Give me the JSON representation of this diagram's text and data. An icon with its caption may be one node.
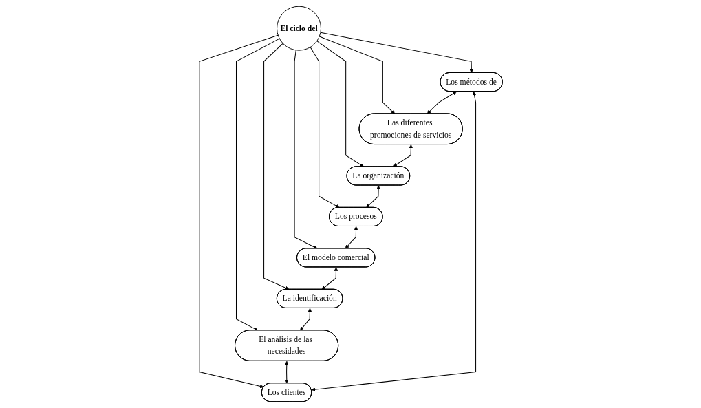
{
  "diagram": {
    "nodes": [
      {
        "text": [
          "El ciclo del"
        ]
      },
      {
        "text": [
          "Los métodos de"
        ]
      },
      {
        "text": [
          "Las diferentes promociones de servicios"
        ]
      },
      {
        "text": [
          "La organización"
        ]
      },
      {
        "text": [
          "Los procesos"
        ]
      },
      {
        "text": [
          "El modelo comercial"
        ]
      },
      {
        "text": [
          "La identificación"
        ]
      },
      {
        "text": [
          "El análisis de las necesidades"
        ]
      },
      {
        "text": [
          "Los clientes"
        ]
      }
    ],
    "edges": [
      {
        "from": 0,
        "to": 1,
        "arrow": "to"
      },
      {
        "from": 0,
        "to": 2,
        "arrow": "to"
      },
      {
        "from": 0,
        "to": 3,
        "arrow": "to"
      },
      {
        "from": 0,
        "to": 4,
        "arrow": "to"
      },
      {
        "from": 0,
        "to": 5,
        "arrow": "to"
      },
      {
        "from": 0,
        "to": 6,
        "arrow": "to"
      },
      {
        "from": 0,
        "to": 7,
        "arrow": "to"
      },
      {
        "from": 0,
        "to": 8,
        "arrow": "to"
      },
      {
        "from": 8,
        "to": 1,
        "arrow": "both"
      },
      {
        "from": 1,
        "to": 2,
        "arrow": "both"
      },
      {
        "from": 2,
        "to": 3,
        "arrow": "both"
      },
      {
        "from": 3,
        "to": 4,
        "arrow": "both"
      },
      {
        "from": 4,
        "to": 5,
        "arrow": "both"
      },
      {
        "from": 5,
        "to": 6,
        "arrow": "both"
      },
      {
        "from": 6,
        "to": 7,
        "arrow": "both"
      },
      {
        "from": 7,
        "to": 8,
        "arrow": "both"
      }
    ]
  }
}
